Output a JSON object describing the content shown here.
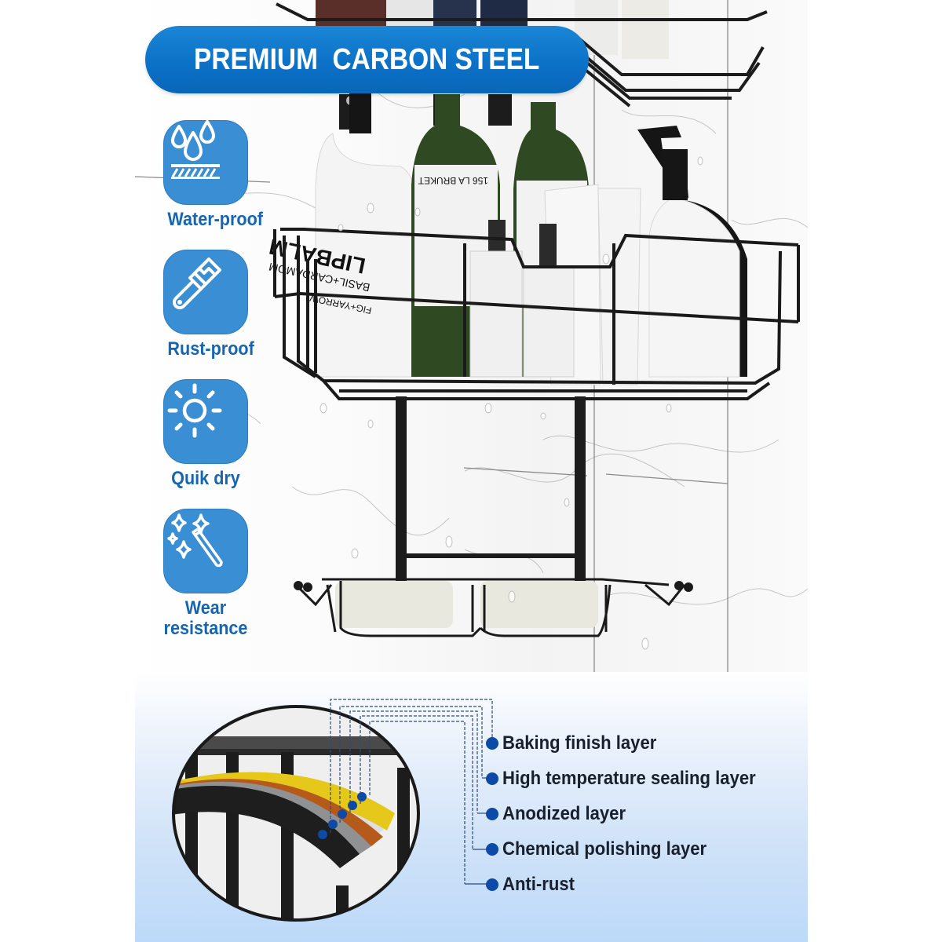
{
  "banner": {
    "title": "PREMIUM  CARBON STEEL",
    "color": "#0b70c6"
  },
  "features": [
    {
      "icon": "water-drops-icon",
      "label": "Water-proof"
    },
    {
      "icon": "paint-brush-icon",
      "label": "Rust-proof"
    },
    {
      "icon": "sun-icon",
      "label": "Quik dry"
    },
    {
      "icon": "magic-wand-icon",
      "label_line1": "Wear",
      "label_line2": "resistance"
    }
  ],
  "feature_tile_color": "#3a8ed4",
  "feature_label_color": "#1565b0",
  "product_labels": {
    "lotion_bottle_brand": "LIPBALM",
    "lotion_bottle_scent": "BASIL+CARDAMOM",
    "lotion_bottle_scent2": "FIG+YARROW",
    "green_bottle_label": "156 LA BRUKET"
  },
  "layers": {
    "dot_color": "#0b4aa6",
    "items": [
      {
        "label": "Baking finish layer",
        "color": "#f2f2f2"
      },
      {
        "label": "High temperature sealing layer",
        "color": "#e6c81a"
      },
      {
        "label": "Anodized layer",
        "color": "#b55a1b"
      },
      {
        "label": "Chemical polishing layer",
        "color": "#8f9193"
      },
      {
        "label": "Anti-rust",
        "color": "#1e1e1e"
      }
    ]
  },
  "panel_gradient": [
    "#ffffff",
    "#bcd9f9"
  ]
}
